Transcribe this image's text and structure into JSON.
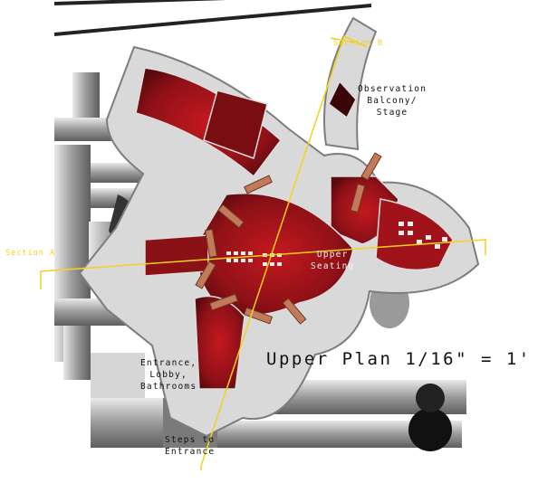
{
  "title": "Upper Plan 1/16\" = 1'",
  "labels": {
    "section_a": "Section A",
    "section_b": "Section B",
    "observation": "Observation\nBalcony/\nStage",
    "upper_seating": "Upper\nSeating",
    "entrance": "Entrance,\nLobby,\nBathrooms",
    "steps": "Steps to\nEntrance"
  },
  "colors": {
    "section_line": "#f2d21b",
    "interior": "#8a1116",
    "wall": "#bdbdbd",
    "roof_panel": "#c27a5a",
    "ground": "#6f6f6f"
  }
}
